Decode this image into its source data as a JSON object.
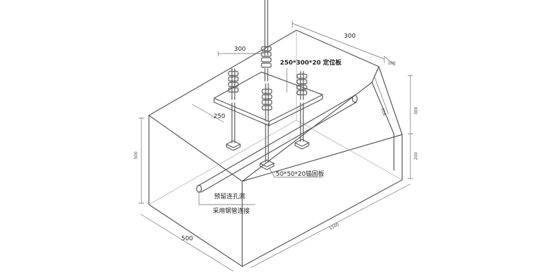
{
  "labels": {
    "plate": "250*300*20 定位板",
    "dim_plate_top": "300",
    "dim_plate_side": "250",
    "dim_top_300": "300",
    "dim_100": "100",
    "dim_316": "316",
    "dim_300_right": "300",
    "dim_200": "200",
    "dim_500_left": "500",
    "dim_500_bottom": "500",
    "dim_1500": "1500",
    "anchor_plate": "50*50*20锚固板",
    "pipe_line1": "预留连孔洞",
    "pipe_line2": "采用钢管连接"
  }
}
